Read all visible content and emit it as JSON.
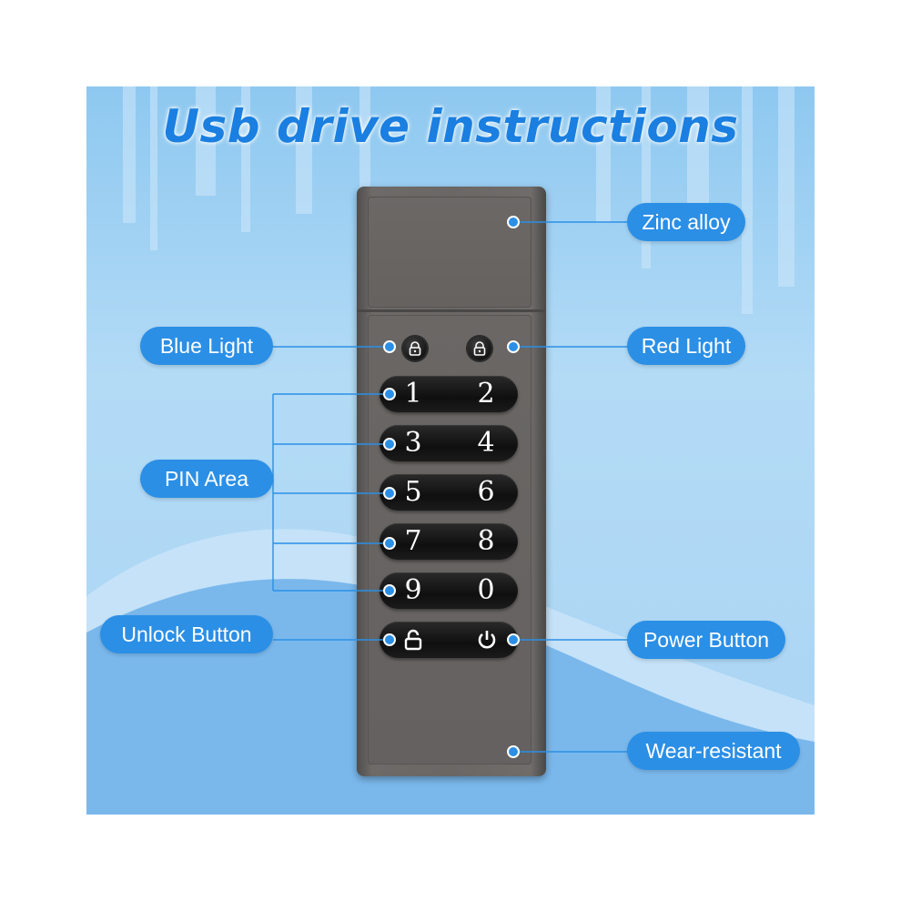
{
  "title": "Usb drive instructions",
  "labels": {
    "zinc_alloy": "Zinc alloy",
    "blue_light": "Blue Light",
    "red_light": "Red Light",
    "pin_area": "PIN Area",
    "unlock_button": "Unlock Button",
    "power_button": "Power Button",
    "wear_resistant": "Wear-resistant"
  },
  "keypad": {
    "rows": [
      {
        "left": "1",
        "right": "2"
      },
      {
        "left": "3",
        "right": "4"
      },
      {
        "left": "5",
        "right": "6"
      },
      {
        "left": "7",
        "right": "8"
      },
      {
        "left": "9",
        "right": "0"
      }
    ],
    "bottom_left_icon": "unlock-icon",
    "bottom_right_icon": "power-icon"
  },
  "colors": {
    "accent": "#2b8fe6",
    "title": "#1a7fe0",
    "device": "#6a6765",
    "key": "#111111"
  }
}
